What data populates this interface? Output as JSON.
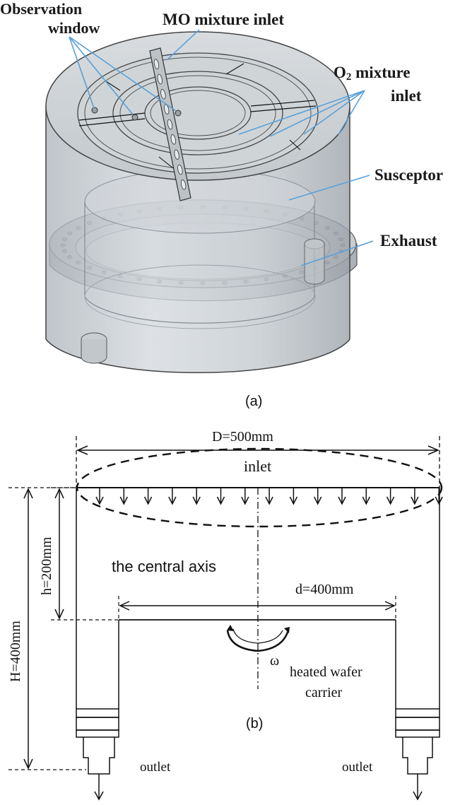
{
  "figure_a": {
    "caption": "(a)",
    "labels": {
      "observation_window": [
        "Observation",
        "window"
      ],
      "mo_inlet": "MO mixture inlet",
      "o2_inlet_prefix": "O",
      "o2_inlet_sub": "2",
      "o2_inlet_rest": " mixture",
      "o2_inlet_line2": "inlet",
      "susceptor": "Susceptor",
      "exhaust": "Exhaust"
    }
  },
  "figure_b": {
    "caption": "(b)",
    "labels": {
      "outer_diameter": "D=500mm",
      "inlet": "inlet",
      "inner_height": "h=200mm",
      "central_axis": "the central axis",
      "inner_diameter": "d=400mm",
      "total_height": "H=400mm",
      "omega": "ω",
      "carrier_line1": "heated wafer",
      "carrier_line2": "carrier",
      "outlet_left": "outlet",
      "outlet_right": "outlet"
    }
  }
}
